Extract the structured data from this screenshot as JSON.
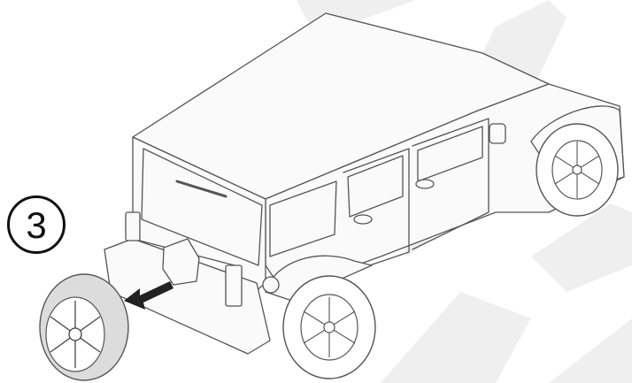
{
  "step": {
    "number": "3"
  },
  "illustration": {
    "subject": "jeep-vehicle",
    "action": "remove-spare-tire",
    "arrow_direction": "left",
    "colors": {
      "watermark": "#efefef",
      "body_fill": "#fafafa",
      "outline": "#555555",
      "tire": "#dcdcdc",
      "arrow": "#222222",
      "badge": "#111111"
    }
  }
}
